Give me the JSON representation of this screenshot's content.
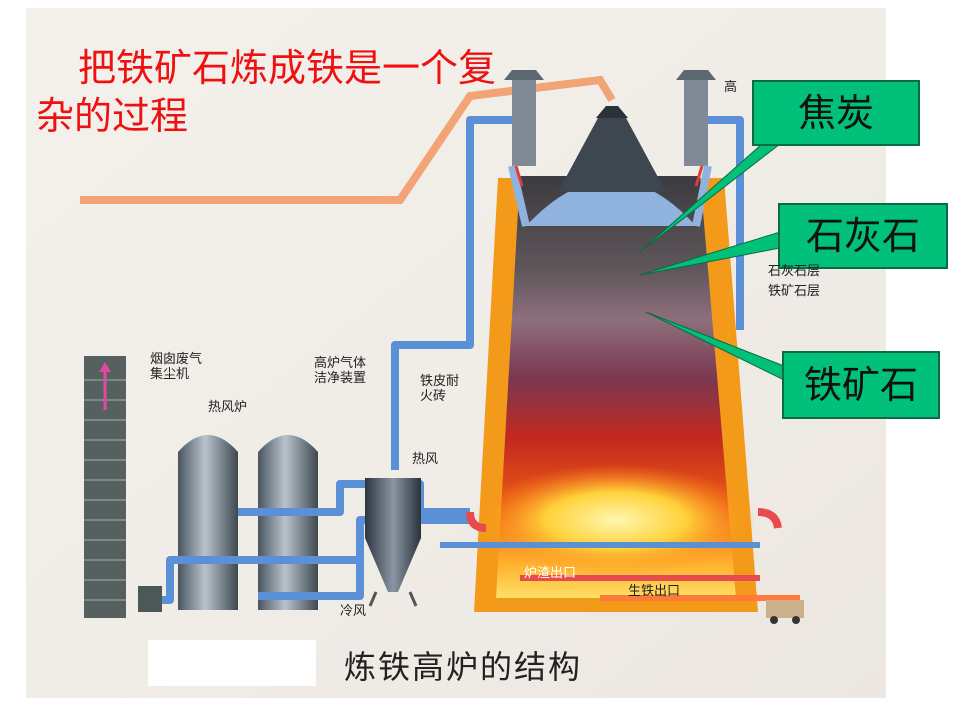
{
  "headline": "把铁矿石炼成铁是一个复杂的过程",
  "callouts": {
    "coke": "焦炭",
    "limestone": "石灰石",
    "iron_ore": "铁矿石"
  },
  "caption": "炼铁高炉的结构",
  "labels": {
    "chimney": "烟囱废气集尘机",
    "hot_stove": "热风炉",
    "gas_cleaning": "高炉气体洁净装置",
    "shell": "铁皮耐火砖",
    "hot_air": "热风",
    "cold_air": "冷风",
    "slag_outlet": "炉渣出口",
    "iron_outlet": "生铁出口",
    "top_gas": "高",
    "limestone_layer": "石灰石层",
    "ore_layer": "铁矿石层"
  },
  "colors": {
    "headline": "#ee1111",
    "callout_fill": "#00c07a",
    "pipe": "#5b8fd6",
    "furnace_shell": "#f39a1a",
    "flame": "#ffd23a"
  }
}
